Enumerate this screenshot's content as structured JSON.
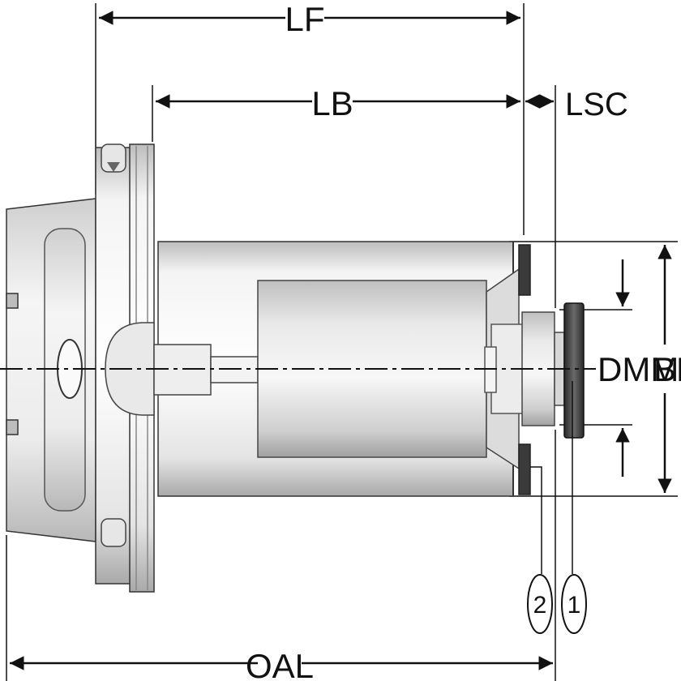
{
  "drawing": {
    "dimensions": {
      "lf": "LF",
      "lb": "LB",
      "lsc": "LSC",
      "dmm": "DMM",
      "bd": "BD",
      "oal": "OAL"
    },
    "callouts": [
      "2",
      "1"
    ],
    "colors": {
      "line": "#111111",
      "metal_light": "#f2f2f2",
      "metal_mid": "#cfcfcf",
      "metal_dark": "#8a8a8a",
      "ring": "#3a3a3a"
    }
  }
}
